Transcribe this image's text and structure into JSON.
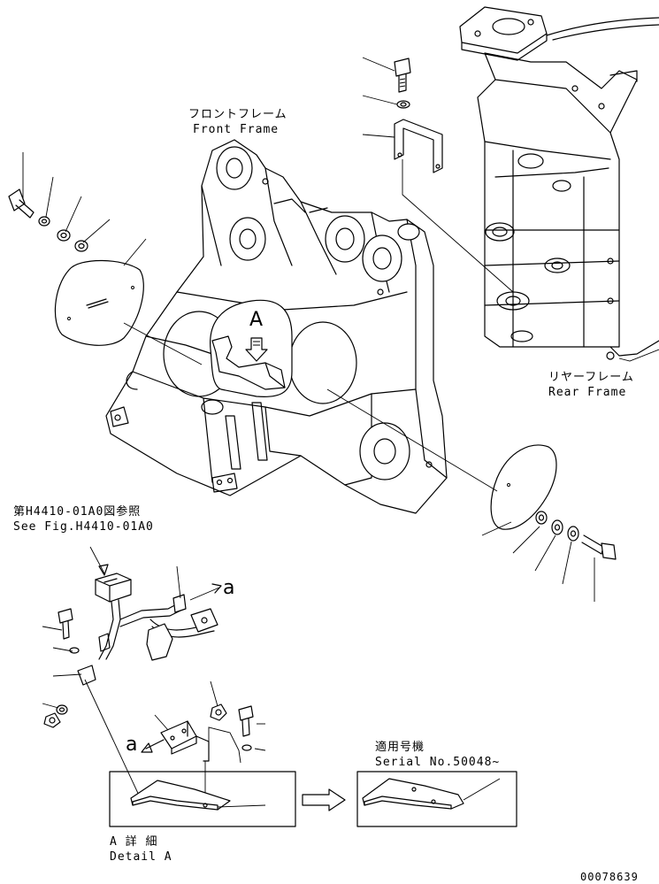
{
  "labels": {
    "front_frame_jp": "フロントフレーム",
    "front_frame_en": "Front Frame",
    "rear_frame_jp": "リヤーフレーム",
    "rear_frame_en": "Rear Frame",
    "see_fig_jp": "第H4410-01A0図参照",
    "see_fig_en": "See Fig.H4410-01A0",
    "serial_jp": "適用号機",
    "serial_en": "Serial No.50048~",
    "detail_jp": "A 詳 細",
    "detail_en": "Detail A",
    "view_marker": "A",
    "ref_a_upper": "a",
    "ref_a_lower": "a",
    "drawing_number": "00078639"
  }
}
